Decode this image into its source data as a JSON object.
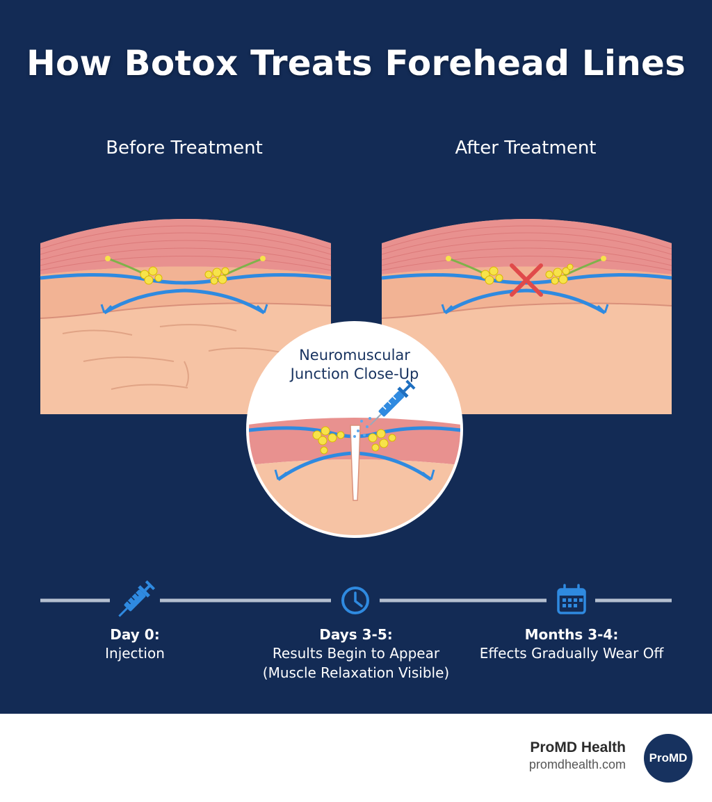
{
  "title": "How Botox Treats Forehead Lines",
  "panels": {
    "before_label": "Before Treatment",
    "after_label": "After Treatment"
  },
  "closeup": {
    "label_line1": "Neuromuscular",
    "label_line2": "Junction Close-Up"
  },
  "timeline": [
    {
      "heading": "Day 0:",
      "lines": [
        "Injection"
      ],
      "icon": "syringe-icon"
    },
    {
      "heading": "Days 3-5:",
      "lines": [
        "Results Begin to Appear",
        "(Muscle Relaxation Visible)"
      ],
      "icon": "clock-icon"
    },
    {
      "heading": "Months 3-4:",
      "lines": [
        "Effects Gradually Wear Off"
      ],
      "icon": "calendar-icon"
    }
  ],
  "brand": {
    "name": "ProMD Health",
    "url": "promdhealth.com",
    "logo_text": "ProMD"
  },
  "colors": {
    "background": "#132b55",
    "muscle": "#e8918f",
    "skin": "#f6c3a4",
    "nerve": "#2f8ae0",
    "vesicle": "#f7e34a",
    "block": "#e04a4a"
  }
}
